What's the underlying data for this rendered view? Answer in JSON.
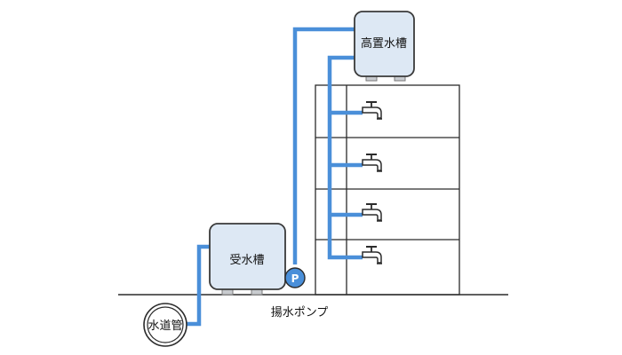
{
  "diagram": {
    "title": "",
    "nodes": {
      "elevated_tank": "高置水槽",
      "receiving_tank": "受水槽",
      "water_main": "水道管",
      "pump_symbol": "P",
      "pump_caption": "揚水ポンプ"
    },
    "faucet_count": 4,
    "colors": {
      "pipe": "#4a8fd9",
      "tank_fill": "#dde8f4",
      "outline": "#3a3a3a",
      "background": "#ffffff"
    },
    "icons": [
      "faucet-icon",
      "pump-icon"
    ]
  }
}
